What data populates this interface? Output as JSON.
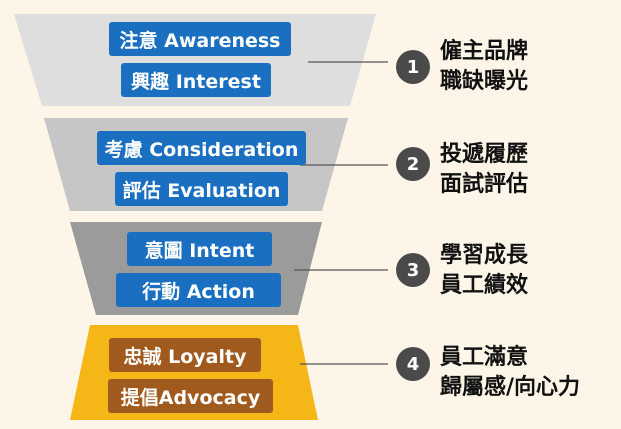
{
  "colors": {
    "tier1": "#dedede",
    "tier2": "#c6c6c6",
    "tier3": "#9b9b9b",
    "tier4": "#f5b617",
    "connector": "#555555"
  },
  "stages": [
    {
      "labels": [
        "注意 Awareness",
        "興趣  Interest"
      ],
      "number": "1",
      "lines": [
        "僱主品牌",
        "職缺曝光"
      ]
    },
    {
      "labels": [
        "考慮 Consideration",
        "評估 Evaluation"
      ],
      "number": "2",
      "lines": [
        "投遞履歷",
        "面試評估"
      ]
    },
    {
      "labels": [
        "意圖  Intent",
        "行動 Action"
      ],
      "number": "3",
      "lines": [
        "學習成長",
        "員工績效"
      ]
    },
    {
      "labels": [
        "忠誠 Loyalty",
        "提倡Advocacy"
      ],
      "number": "4",
      "lines": [
        "員工滿意",
        "歸屬感/向心力"
      ]
    }
  ]
}
